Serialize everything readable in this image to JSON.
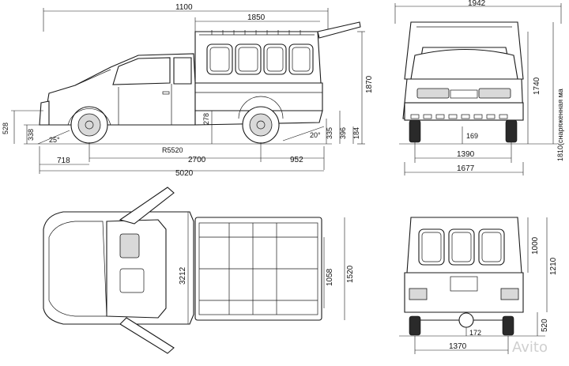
{
  "side_view": {
    "overall_length_top": "1100",
    "bed_length": "1850",
    "total_height": "1870",
    "step_height": "278",
    "front_overhang_height": "528",
    "front_clearance": "338",
    "approach_angle": "25°",
    "departure_angle": "20°",
    "rear_335": "335",
    "rear_396": "396",
    "rear_184": "184",
    "turn_radius": "R5520",
    "wheelbase": "2700",
    "rear_overhang": "952",
    "front_overhang": "718",
    "overall_length": "5020"
  },
  "front_view": {
    "overall_width_top": "1942",
    "height_label": "1740",
    "curb_height_label": "1810(снаряженная ма",
    "ground_clearance": "169",
    "track_front": "1390",
    "width_body": "1677"
  },
  "top_view": {
    "bed_inner_length": "3212",
    "bed_inner_width": "1058",
    "bed_outer_width": "1520"
  },
  "rear_view": {
    "door_height": "1000",
    "floor_height": "1210",
    "bed_floor": "520",
    "track_rear": "1370",
    "axle_clearance": "172"
  },
  "watermark": "Avito"
}
